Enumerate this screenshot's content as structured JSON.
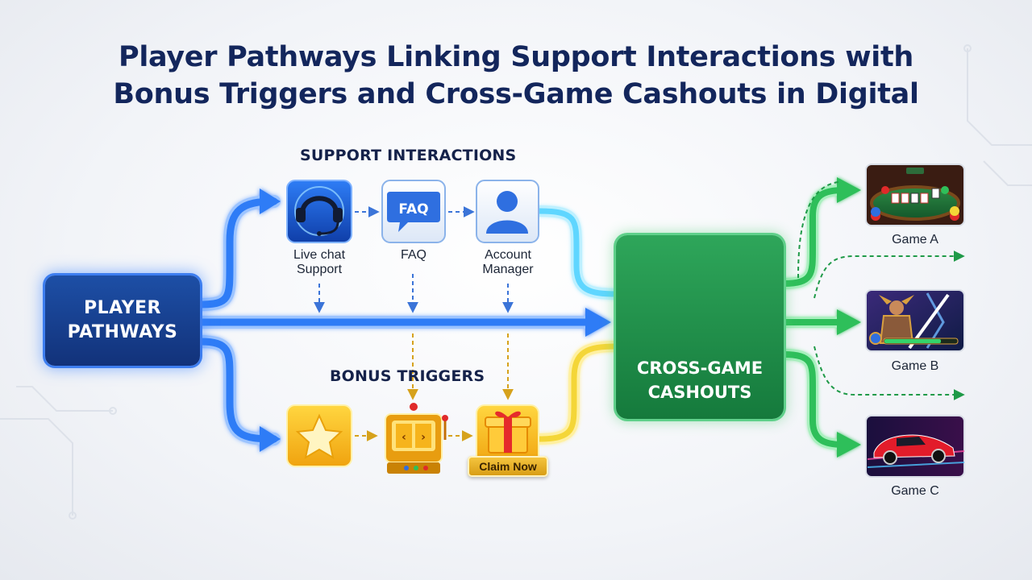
{
  "title": {
    "line1": "Player Pathways Linking Support Interactions with",
    "line2": "Bonus Triggers and Cross-Game Cashouts in Digital"
  },
  "player_pathways": {
    "line1": "PLAYER",
    "line2": "PATHWAYS"
  },
  "support": {
    "heading": "SUPPORT INTERACTIONS",
    "items": [
      {
        "icon": "headset-icon",
        "line1": "Live chat",
        "line2": "Support"
      },
      {
        "icon": "faq-icon",
        "icon_text": "FAQ",
        "line1": "FAQ",
        "line2": ""
      },
      {
        "icon": "user-icon",
        "line1": "Account",
        "line2": "Manager"
      }
    ]
  },
  "bonus": {
    "heading": "BONUS TRIGGERS",
    "items": [
      {
        "icon": "star-icon"
      },
      {
        "icon": "slot-machine-icon"
      },
      {
        "icon": "gift-icon",
        "button": "Claim Now"
      }
    ]
  },
  "cashouts": {
    "icon": "wallet-icon",
    "line1": "CROSS-GAME",
    "line2": "CASHOUTS"
  },
  "games": [
    {
      "label": "Game A",
      "icon": "poker-table-icon"
    },
    {
      "label": "Game B",
      "icon": "warrior-icon"
    },
    {
      "label": "Game C",
      "icon": "race-car-icon"
    }
  ],
  "colors": {
    "blue_path": "#2f7cf6",
    "cyan_path": "#5fd6ff",
    "yellow_path": "#f4d637",
    "green_path": "#2fbf5a",
    "title": "#13265c"
  }
}
